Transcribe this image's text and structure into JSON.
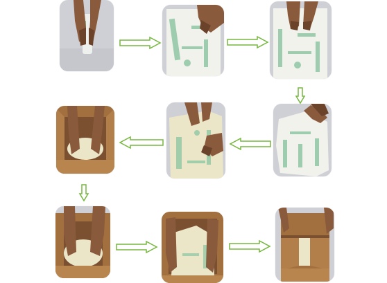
{
  "colors": {
    "arrow": "#76b73e",
    "background": "#ffffff",
    "photo_bg": "#cfd0d6",
    "bag": "#f2f2ec",
    "bag_print": "#8fc7a4",
    "skin": "#8a5a3c",
    "skin_dark": "#6b422a",
    "box": "#a2703f",
    "box_dark": "#7a5030",
    "padding": "#ece6c8"
  },
  "steps": [
    {
      "id": 1,
      "scene": "hands-fold"
    },
    {
      "id": 2,
      "scene": "bag-hands-top-right"
    },
    {
      "id": 3,
      "scene": "bag-hands-top"
    },
    {
      "id": 4,
      "scene": "bag-crumpled"
    },
    {
      "id": 5,
      "scene": "bag-fill-hand"
    },
    {
      "id": 6,
      "scene": "box-hands-pushing"
    },
    {
      "id": 7,
      "scene": "box-hands-sides"
    },
    {
      "id": 8,
      "scene": "box-padding-hands"
    },
    {
      "id": 9,
      "scene": "box-closing"
    }
  ],
  "arrows": [
    {
      "from": 1,
      "to": 2,
      "direction": "right"
    },
    {
      "from": 2,
      "to": 3,
      "direction": "right"
    },
    {
      "from": 3,
      "to": 4,
      "direction": "down"
    },
    {
      "from": 4,
      "to": 5,
      "direction": "left"
    },
    {
      "from": 5,
      "to": 6,
      "direction": "left"
    },
    {
      "from": 6,
      "to": 7,
      "direction": "down"
    },
    {
      "from": 7,
      "to": 8,
      "direction": "right"
    },
    {
      "from": 8,
      "to": 9,
      "direction": "right"
    }
  ]
}
